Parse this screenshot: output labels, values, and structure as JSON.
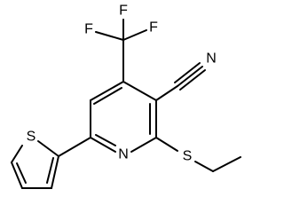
{
  "molecule": {
    "atoms": {
      "f_left": "F",
      "f_top": "F",
      "f_right": "F",
      "nitrile_n": "N",
      "ring_n": "N",
      "ring_s": "S",
      "thio_s": "S"
    },
    "colors": {
      "bond": "#000000",
      "text": "#000000",
      "background": "#ffffff"
    }
  }
}
